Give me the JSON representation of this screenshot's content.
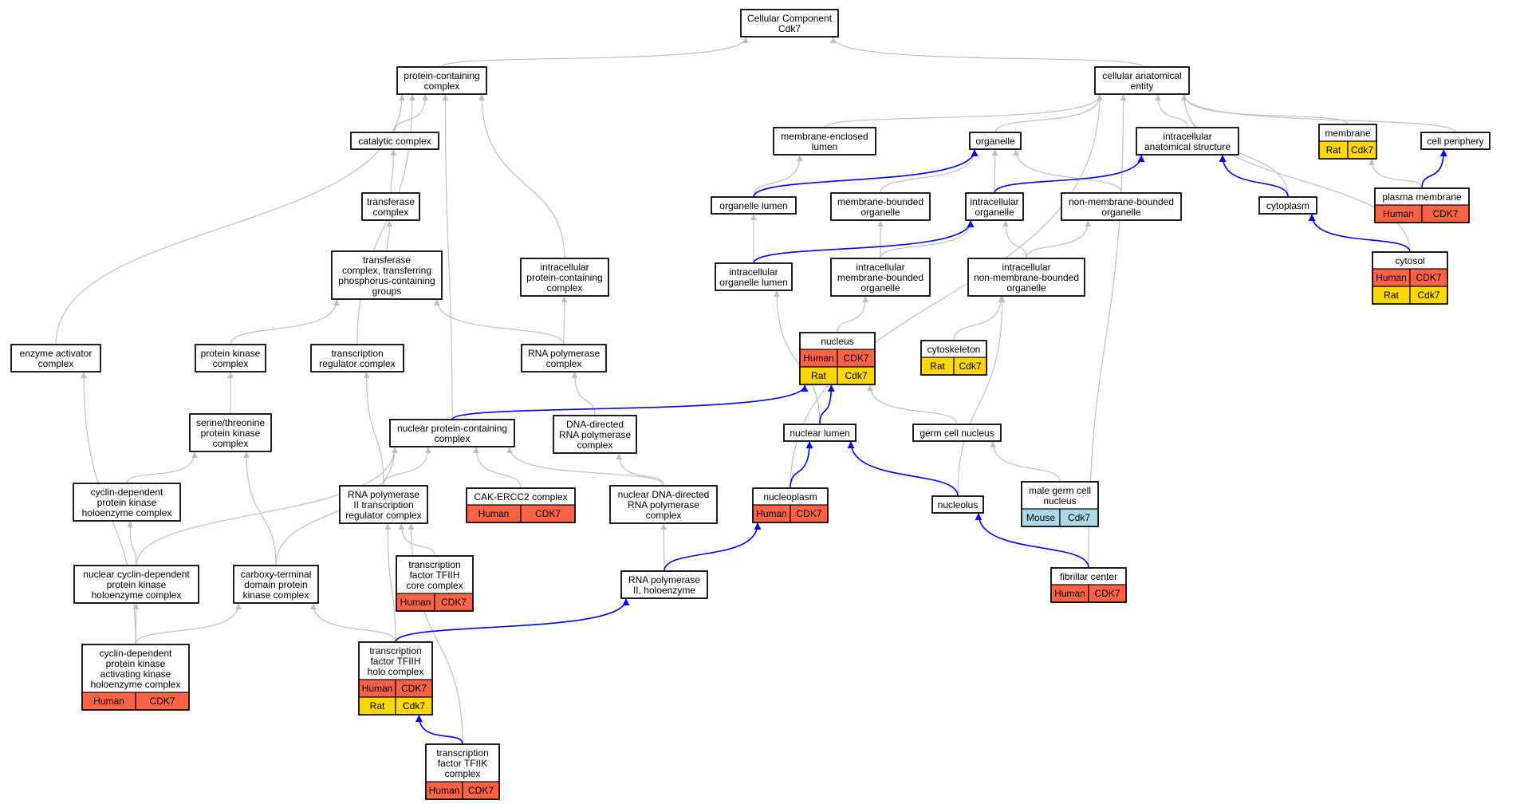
{
  "diagram": {
    "colors": {
      "Human": "#ff6347",
      "Rat": "#ffd700",
      "Mouse": "#add8e6",
      "edge": "#c0c0c0",
      "highlight": "#0000ff"
    },
    "nodes": [
      {
        "id": "cc",
        "lines": [
          "Cellular Component",
          "Cdk7"
        ],
        "tags": []
      },
      {
        "id": "pcc",
        "lines": [
          "protein-containing",
          "complex"
        ],
        "tags": []
      },
      {
        "id": "cae",
        "lines": [
          "cellular anatomical",
          "entity"
        ],
        "tags": []
      },
      {
        "id": "catc",
        "lines": [
          "catalytic complex"
        ],
        "tags": []
      },
      {
        "id": "mel",
        "lines": [
          "membrane-enclosed",
          "lumen"
        ],
        "tags": []
      },
      {
        "id": "org",
        "lines": [
          "organelle"
        ],
        "tags": []
      },
      {
        "id": "ias",
        "lines": [
          "intracellular",
          "anatomical structure"
        ],
        "tags": []
      },
      {
        "id": "mem",
        "lines": [
          "membrane"
        ],
        "tags": [
          {
            "sp": "Rat",
            "gene": "Cdk7"
          }
        ]
      },
      {
        "id": "cp",
        "lines": [
          "cell periphery"
        ],
        "tags": []
      },
      {
        "id": "tc",
        "lines": [
          "transferase",
          "complex"
        ],
        "tags": []
      },
      {
        "id": "ol",
        "lines": [
          "organelle lumen"
        ],
        "tags": []
      },
      {
        "id": "mbo",
        "lines": [
          "membrane-bounded",
          "organelle"
        ],
        "tags": []
      },
      {
        "id": "io",
        "lines": [
          "intracellular",
          "organelle"
        ],
        "tags": []
      },
      {
        "id": "nmbo",
        "lines": [
          "non-membrane-bounded",
          "organelle"
        ],
        "tags": []
      },
      {
        "id": "cyto",
        "lines": [
          "cytoplasm"
        ],
        "tags": []
      },
      {
        "id": "pm",
        "lines": [
          "plasma membrane"
        ],
        "tags": [
          {
            "sp": "Human",
            "gene": "CDK7"
          }
        ]
      },
      {
        "id": "tcp",
        "lines": [
          "transferase",
          "complex, transferring",
          "phosphorus-containing",
          "groups"
        ],
        "tags": []
      },
      {
        "id": "ipcc",
        "lines": [
          "intracellular",
          "protein-containing",
          "complex"
        ],
        "tags": []
      },
      {
        "id": "iol",
        "lines": [
          "intracellular",
          "organelle lumen"
        ],
        "tags": []
      },
      {
        "id": "imbo",
        "lines": [
          "intracellular",
          "membrane-bounded",
          "organelle"
        ],
        "tags": []
      },
      {
        "id": "inmbo",
        "lines": [
          "intracellular",
          "non-membrane-bounded",
          "organelle"
        ],
        "tags": []
      },
      {
        "id": "cytosol",
        "lines": [
          "cytosol"
        ],
        "tags": [
          {
            "sp": "Human",
            "gene": "CDK7"
          },
          {
            "sp": "Rat",
            "gene": "Cdk7"
          }
        ]
      },
      {
        "id": "eac",
        "lines": [
          "enzyme activator",
          "complex"
        ],
        "tags": []
      },
      {
        "id": "pkc",
        "lines": [
          "protein kinase",
          "complex"
        ],
        "tags": []
      },
      {
        "id": "trc",
        "lines": [
          "transcription",
          "regulator complex"
        ],
        "tags": []
      },
      {
        "id": "rnap",
        "lines": [
          "RNA polymerase",
          "complex"
        ],
        "tags": []
      },
      {
        "id": "nuc",
        "lines": [
          "nucleus"
        ],
        "tags": [
          {
            "sp": "Human",
            "gene": "CDK7"
          },
          {
            "sp": "Rat",
            "gene": "Cdk7"
          }
        ]
      },
      {
        "id": "cytosk",
        "lines": [
          "cytoskeleton"
        ],
        "tags": [
          {
            "sp": "Rat",
            "gene": "Cdk7"
          }
        ]
      },
      {
        "id": "stpk",
        "lines": [
          "serine/threonine",
          "protein kinase",
          "complex"
        ],
        "tags": []
      },
      {
        "id": "npcc",
        "lines": [
          "nuclear protein-containing",
          "complex"
        ],
        "tags": []
      },
      {
        "id": "ddrp",
        "lines": [
          "DNA-directed",
          "RNA polymerase",
          "complex"
        ],
        "tags": []
      },
      {
        "id": "nl",
        "lines": [
          "nuclear lumen"
        ],
        "tags": []
      },
      {
        "id": "gcn",
        "lines": [
          "germ cell nucleus"
        ],
        "tags": []
      },
      {
        "id": "cdkh",
        "lines": [
          "cyclin-dependent",
          "protein kinase",
          "holoenzyme complex"
        ],
        "tags": []
      },
      {
        "id": "rnap2",
        "lines": [
          "RNA polymerase",
          "II transcription",
          "regulator complex"
        ],
        "tags": []
      },
      {
        "id": "cak",
        "lines": [
          "CAK-ERCC2 complex"
        ],
        "tags": [
          {
            "sp": "Human",
            "gene": "CDK7"
          }
        ]
      },
      {
        "id": "nddrp",
        "lines": [
          "nuclear DNA-directed",
          "RNA polymerase",
          "complex"
        ],
        "tags": []
      },
      {
        "id": "nucpl",
        "lines": [
          "nucleoplasm"
        ],
        "tags": [
          {
            "sp": "Human",
            "gene": "CDK7"
          }
        ]
      },
      {
        "id": "nucl",
        "lines": [
          "nucleolus"
        ],
        "tags": []
      },
      {
        "id": "mgcn",
        "lines": [
          "male germ cell",
          "nucleus"
        ],
        "tags": [
          {
            "sp": "Mouse",
            "gene": "Cdk7"
          }
        ]
      },
      {
        "id": "ncdk",
        "lines": [
          "nuclear cyclin-dependent",
          "protein kinase",
          "holoenzyme complex"
        ],
        "tags": []
      },
      {
        "id": "ctd",
        "lines": [
          "carboxy-terminal",
          "domain protein",
          "kinase complex"
        ],
        "tags": []
      },
      {
        "id": "tfiihc",
        "lines": [
          "transcription",
          "factor TFIIH",
          "core complex"
        ],
        "tags": [
          {
            "sp": "Human",
            "gene": "CDK7"
          }
        ]
      },
      {
        "id": "rnap2h",
        "lines": [
          "RNA polymerase",
          "II, holoenzyme"
        ],
        "tags": []
      },
      {
        "id": "fc",
        "lines": [
          "fibrillar center"
        ],
        "tags": [
          {
            "sp": "Human",
            "gene": "CDK7"
          }
        ]
      },
      {
        "id": "cdkak",
        "lines": [
          "cyclin-dependent",
          "protein kinase",
          "activating kinase",
          "holoenzyme complex"
        ],
        "tags": [
          {
            "sp": "Human",
            "gene": "CDK7"
          }
        ]
      },
      {
        "id": "tfiihh",
        "lines": [
          "transcription",
          "factor TFIIH",
          "holo complex"
        ],
        "tags": [
          {
            "sp": "Human",
            "gene": "CDK7"
          },
          {
            "sp": "Rat",
            "gene": "Cdk7"
          }
        ]
      },
      {
        "id": "tfiik",
        "lines": [
          "transcription",
          "factor TFIIK",
          "complex"
        ],
        "tags": [
          {
            "sp": "Human",
            "gene": "CDK7"
          }
        ]
      }
    ],
    "edges": [
      {
        "from": "pcc",
        "to": "cc"
      },
      {
        "from": "cae",
        "to": "cc"
      },
      {
        "from": "catc",
        "to": "pcc"
      },
      {
        "from": "tc",
        "to": "catc"
      },
      {
        "from": "tcp",
        "to": "tc"
      },
      {
        "from": "pkc",
        "to": "tcp"
      },
      {
        "from": "rnap",
        "to": "tcp"
      },
      {
        "from": "ipcc",
        "to": "pcc"
      },
      {
        "from": "rnap",
        "to": "ipcc"
      },
      {
        "from": "eac",
        "to": "pcc"
      },
      {
        "from": "trc",
        "to": "pcc"
      },
      {
        "from": "npcc",
        "to": "pcc"
      },
      {
        "from": "stpk",
        "to": "pkc"
      },
      {
        "from": "cdkh",
        "to": "stpk"
      },
      {
        "from": "ctd",
        "to": "stpk"
      },
      {
        "from": "ncdk",
        "to": "cdkh"
      },
      {
        "from": "cdkak",
        "to": "ncdk"
      },
      {
        "from": "cdkak",
        "to": "ctd"
      },
      {
        "from": "cdkak",
        "to": "eac"
      },
      {
        "from": "ncdk",
        "to": "npcc"
      },
      {
        "from": "ctd",
        "to": "npcc"
      },
      {
        "from": "rnap2",
        "to": "npcc"
      },
      {
        "from": "rnap2",
        "to": "trc"
      },
      {
        "from": "cak",
        "to": "npcc"
      },
      {
        "from": "nddrp",
        "to": "npcc"
      },
      {
        "from": "ddrp",
        "to": "rnap"
      },
      {
        "from": "nddrp",
        "to": "ddrp"
      },
      {
        "from": "rnap2h",
        "to": "nddrp"
      },
      {
        "from": "tfiihc",
        "to": "rnap2"
      },
      {
        "from": "tfiihh",
        "to": "rnap2"
      },
      {
        "from": "tfiihh",
        "to": "ctd"
      },
      {
        "from": "tfiik",
        "to": "rnap2"
      },
      {
        "from": "mel",
        "to": "cae"
      },
      {
        "from": "org",
        "to": "cae"
      },
      {
        "from": "ias",
        "to": "cae"
      },
      {
        "from": "mem",
        "to": "cae"
      },
      {
        "from": "cp",
        "to": "cae"
      },
      {
        "from": "cyto",
        "to": "cae"
      },
      {
        "from": "cytosol",
        "to": "cae"
      },
      {
        "from": "nucpl",
        "to": "cae"
      },
      {
        "from": "fc",
        "to": "cae"
      },
      {
        "from": "ol",
        "to": "mel"
      },
      {
        "from": "mbo",
        "to": "org"
      },
      {
        "from": "io",
        "to": "org"
      },
      {
        "from": "nmbo",
        "to": "org"
      },
      {
        "from": "imbo",
        "to": "mbo"
      },
      {
        "from": "imbo",
        "to": "io"
      },
      {
        "from": "inmbo",
        "to": "io"
      },
      {
        "from": "inmbo",
        "to": "nmbo"
      },
      {
        "from": "iol",
        "to": "ol"
      },
      {
        "from": "nuc",
        "to": "imbo"
      },
      {
        "from": "cytosk",
        "to": "inmbo"
      },
      {
        "from": "nucl",
        "to": "inmbo"
      },
      {
        "from": "nl",
        "to": "iol"
      },
      {
        "from": "gcn",
        "to": "nuc"
      },
      {
        "from": "mgcn",
        "to": "gcn"
      },
      {
        "from": "pm",
        "to": "mem"
      },
      {
        "from": "ol",
        "to": "org",
        "hl": true
      },
      {
        "from": "io",
        "to": "ias",
        "hl": true
      },
      {
        "from": "cyto",
        "to": "ias",
        "hl": true
      },
      {
        "from": "pm",
        "to": "cp",
        "hl": true
      },
      {
        "from": "cytosol",
        "to": "cyto",
        "hl": true
      },
      {
        "from": "iol",
        "to": "io",
        "hl": true
      },
      {
        "from": "npcc",
        "to": "nuc",
        "hl": true
      },
      {
        "from": "nl",
        "to": "nuc",
        "hl": true
      },
      {
        "from": "nucpl",
        "to": "nl",
        "hl": true
      },
      {
        "from": "nucl",
        "to": "nl",
        "hl": true
      },
      {
        "from": "rnap2h",
        "to": "nucpl",
        "hl": true
      },
      {
        "from": "tfiihh",
        "to": "rnap2h",
        "hl": true
      },
      {
        "from": "fc",
        "to": "nucl",
        "hl": true
      },
      {
        "from": "tfiik",
        "to": "tfiihh",
        "hl": true
      }
    ]
  }
}
